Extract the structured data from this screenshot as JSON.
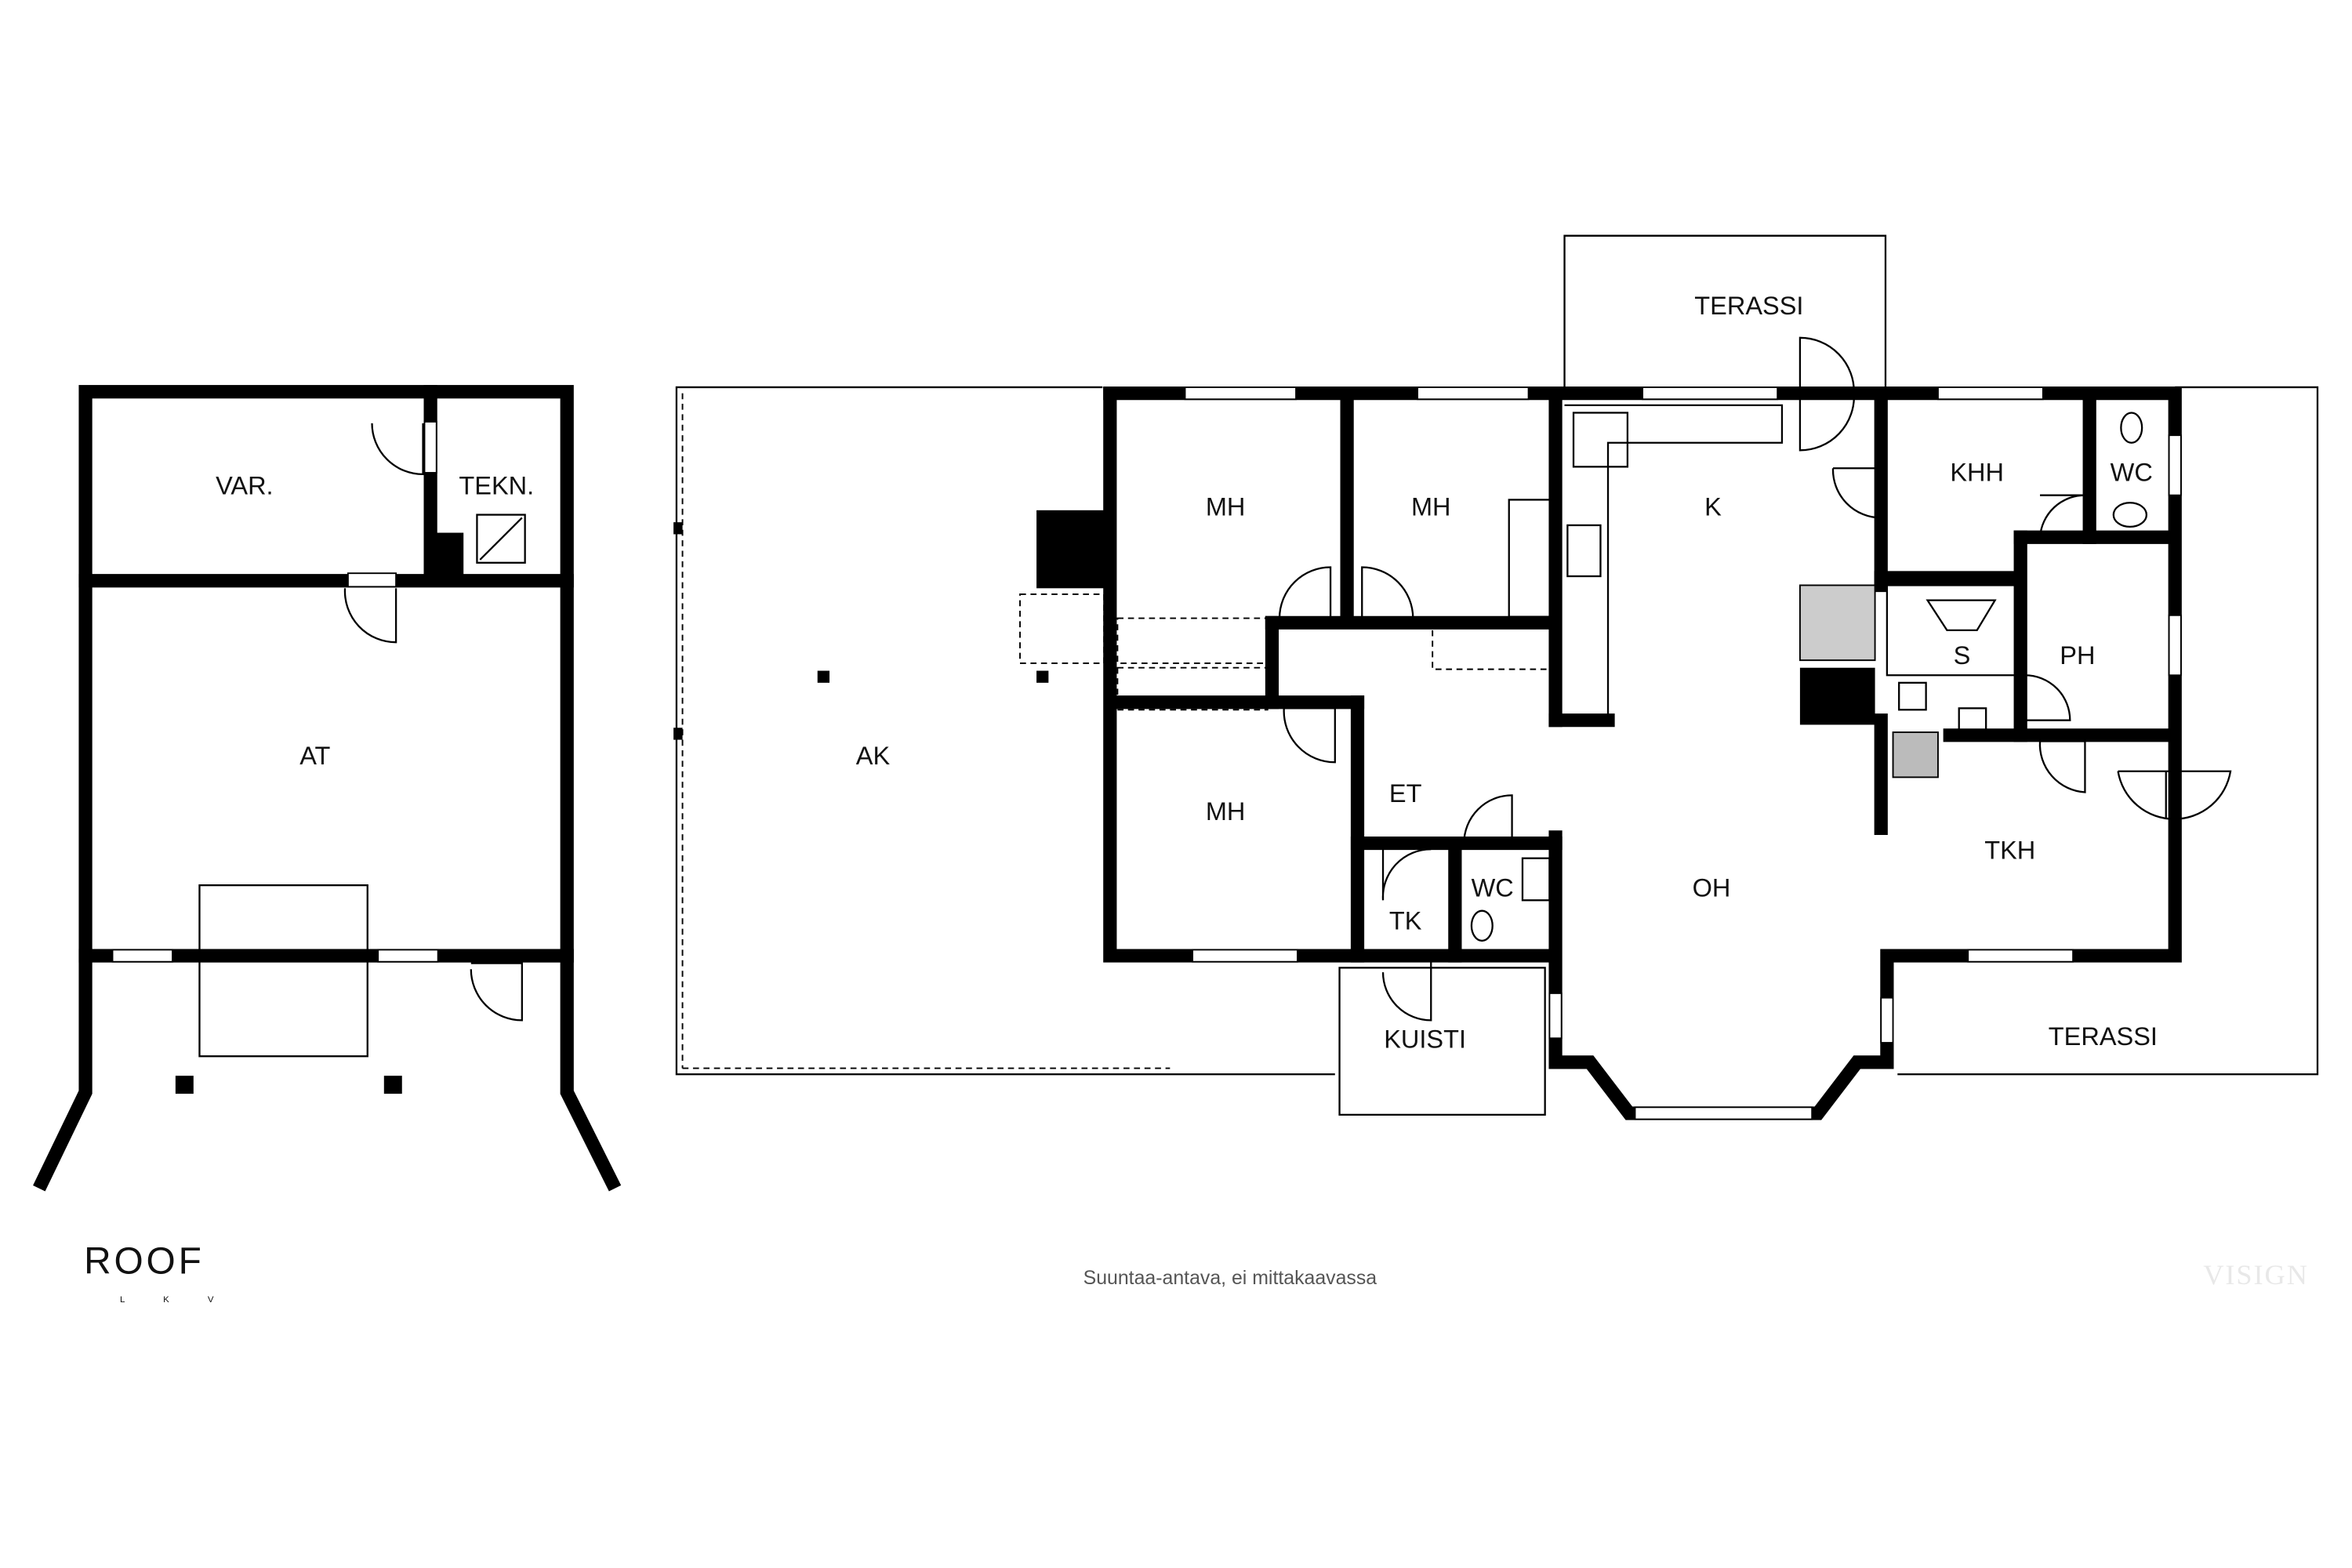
{
  "outbuilding": {
    "rooms": [
      {
        "label": "VAR."
      },
      {
        "label": "TEKN."
      },
      {
        "label": "AT"
      }
    ]
  },
  "house": {
    "rooms": [
      {
        "label": "TERASSI"
      },
      {
        "label": "MH"
      },
      {
        "label": "MH"
      },
      {
        "label": "K"
      },
      {
        "label": "KHH"
      },
      {
        "label": "WC"
      },
      {
        "label": "S"
      },
      {
        "label": "PH"
      },
      {
        "label": "AK"
      },
      {
        "label": "MH"
      },
      {
        "label": "ET"
      },
      {
        "label": "TK"
      },
      {
        "label": "WC"
      },
      {
        "label": "OH"
      },
      {
        "label": "TKH"
      },
      {
        "label": "KUISTI"
      },
      {
        "label": "TERASSI"
      }
    ]
  },
  "footer": {
    "logo": "ROOF",
    "logo_sub": "L K V",
    "note": "Suuntaa-antava, ei mittakaavassa",
    "watermark": "VISIGN"
  }
}
